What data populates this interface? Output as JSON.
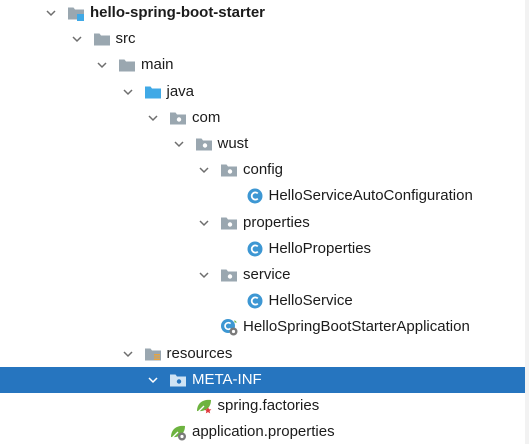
{
  "colors": {
    "selection": "#2675bf",
    "folder": "#9aa7b0",
    "source_folder": "#40a9e6",
    "class_icon": "#3d97d3"
  },
  "tree": [
    {
      "label": "hello-spring-boot-starter",
      "icon": "module-icon",
      "depth": 0,
      "expanded": true,
      "bold": true
    },
    {
      "label": "src",
      "icon": "folder-icon",
      "depth": 1,
      "expanded": true
    },
    {
      "label": "main",
      "icon": "folder-icon",
      "depth": 2,
      "expanded": true
    },
    {
      "label": "java",
      "icon": "source-folder-icon",
      "depth": 3,
      "expanded": true
    },
    {
      "label": "com",
      "icon": "package-icon",
      "depth": 4,
      "expanded": true
    },
    {
      "label": "wust",
      "icon": "package-icon",
      "depth": 5,
      "expanded": true
    },
    {
      "label": "config",
      "icon": "package-icon",
      "depth": 6,
      "expanded": true
    },
    {
      "label": "HelloServiceAutoConfiguration",
      "icon": "class-icon",
      "depth": 7
    },
    {
      "label": "properties",
      "icon": "package-icon",
      "depth": 6,
      "expanded": true
    },
    {
      "label": "HelloProperties",
      "icon": "class-icon",
      "depth": 7
    },
    {
      "label": "service",
      "icon": "package-icon",
      "depth": 6,
      "expanded": true
    },
    {
      "label": "HelloService",
      "icon": "class-icon",
      "depth": 7
    },
    {
      "label": "HelloSpringBootStarterApplication",
      "icon": "spring-boot-class-icon",
      "depth": 6
    },
    {
      "label": "resources",
      "icon": "resources-folder-icon",
      "depth": 3,
      "expanded": true
    },
    {
      "label": "META-INF",
      "icon": "package-icon",
      "depth": 4,
      "expanded": true,
      "selected": true
    },
    {
      "label": "spring.factories",
      "icon": "spring-factories-icon",
      "depth": 5
    },
    {
      "label": "application.properties",
      "icon": "spring-properties-icon",
      "depth": 4
    }
  ]
}
